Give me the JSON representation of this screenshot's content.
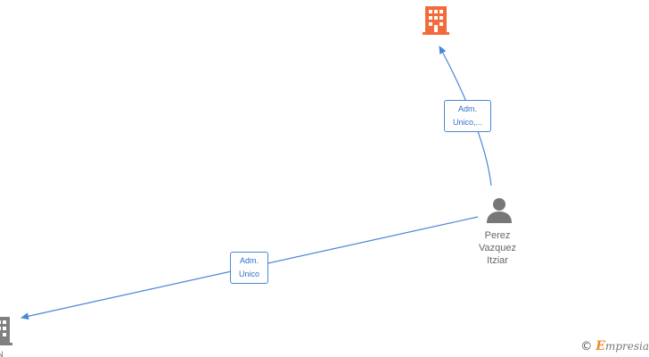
{
  "diagram": {
    "person": {
      "name_lines": [
        "Perez",
        "Vazquez",
        "Itziar"
      ],
      "icon": "person-icon",
      "color": "#777777"
    },
    "companies": [
      {
        "icon": "building-icon",
        "color": "#f26b3a"
      },
      {
        "icon": "building-icon",
        "color": "#808080",
        "cut_label": "N"
      }
    ],
    "edges": [
      {
        "label_lines": [
          "Adm.",
          "Unico,..."
        ],
        "color": "#4a86d6"
      },
      {
        "label_lines": [
          "Adm.",
          "Unico"
        ],
        "color": "#4a86d6"
      }
    ]
  },
  "brand": {
    "copyright": "©",
    "initial": "E",
    "rest": "mpresia"
  }
}
